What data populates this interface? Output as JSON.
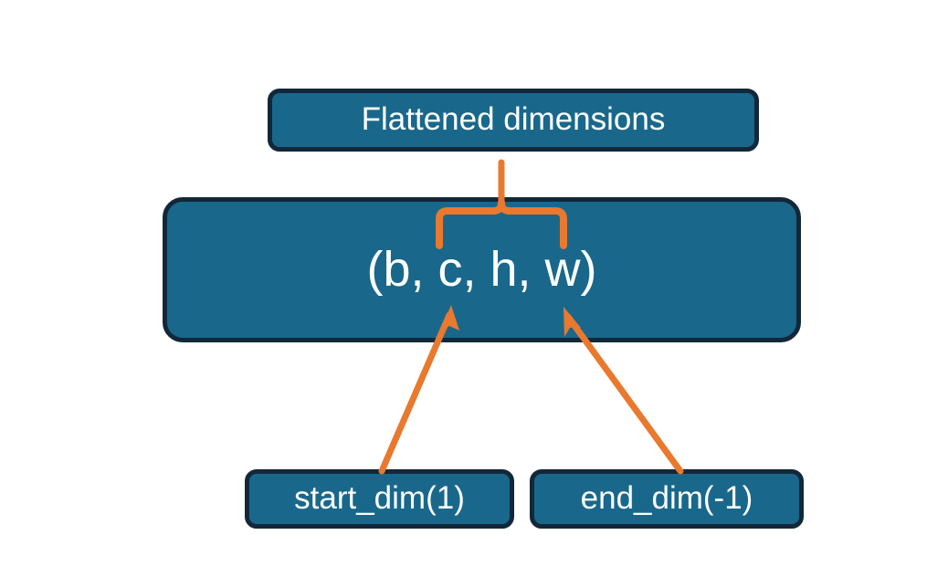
{
  "diagram": {
    "title_node": {
      "label": "Flattened dimensions",
      "name": "flattened-dimensions-box"
    },
    "shape_node": {
      "label": "(b, c, h, w)",
      "name": "tensor-shape-box",
      "dims": [
        "b",
        "c",
        "h",
        "w"
      ]
    },
    "start_node": {
      "label": "start_dim(1)",
      "name": "start-dim-box"
    },
    "end_node": {
      "label": "end_dim(-1)",
      "name": "end-dim-box"
    },
    "connectors": {
      "brace_label": "flattened-range-brace",
      "start_arrow_label": "start-dim-arrow",
      "end_arrow_label": "end-dim-arrow"
    },
    "colors": {
      "box_fill": "#19688B",
      "box_border": "#12283A",
      "accent": "#E8792E",
      "text": "#FFFFFF",
      "background": "#FFFFFF"
    }
  }
}
